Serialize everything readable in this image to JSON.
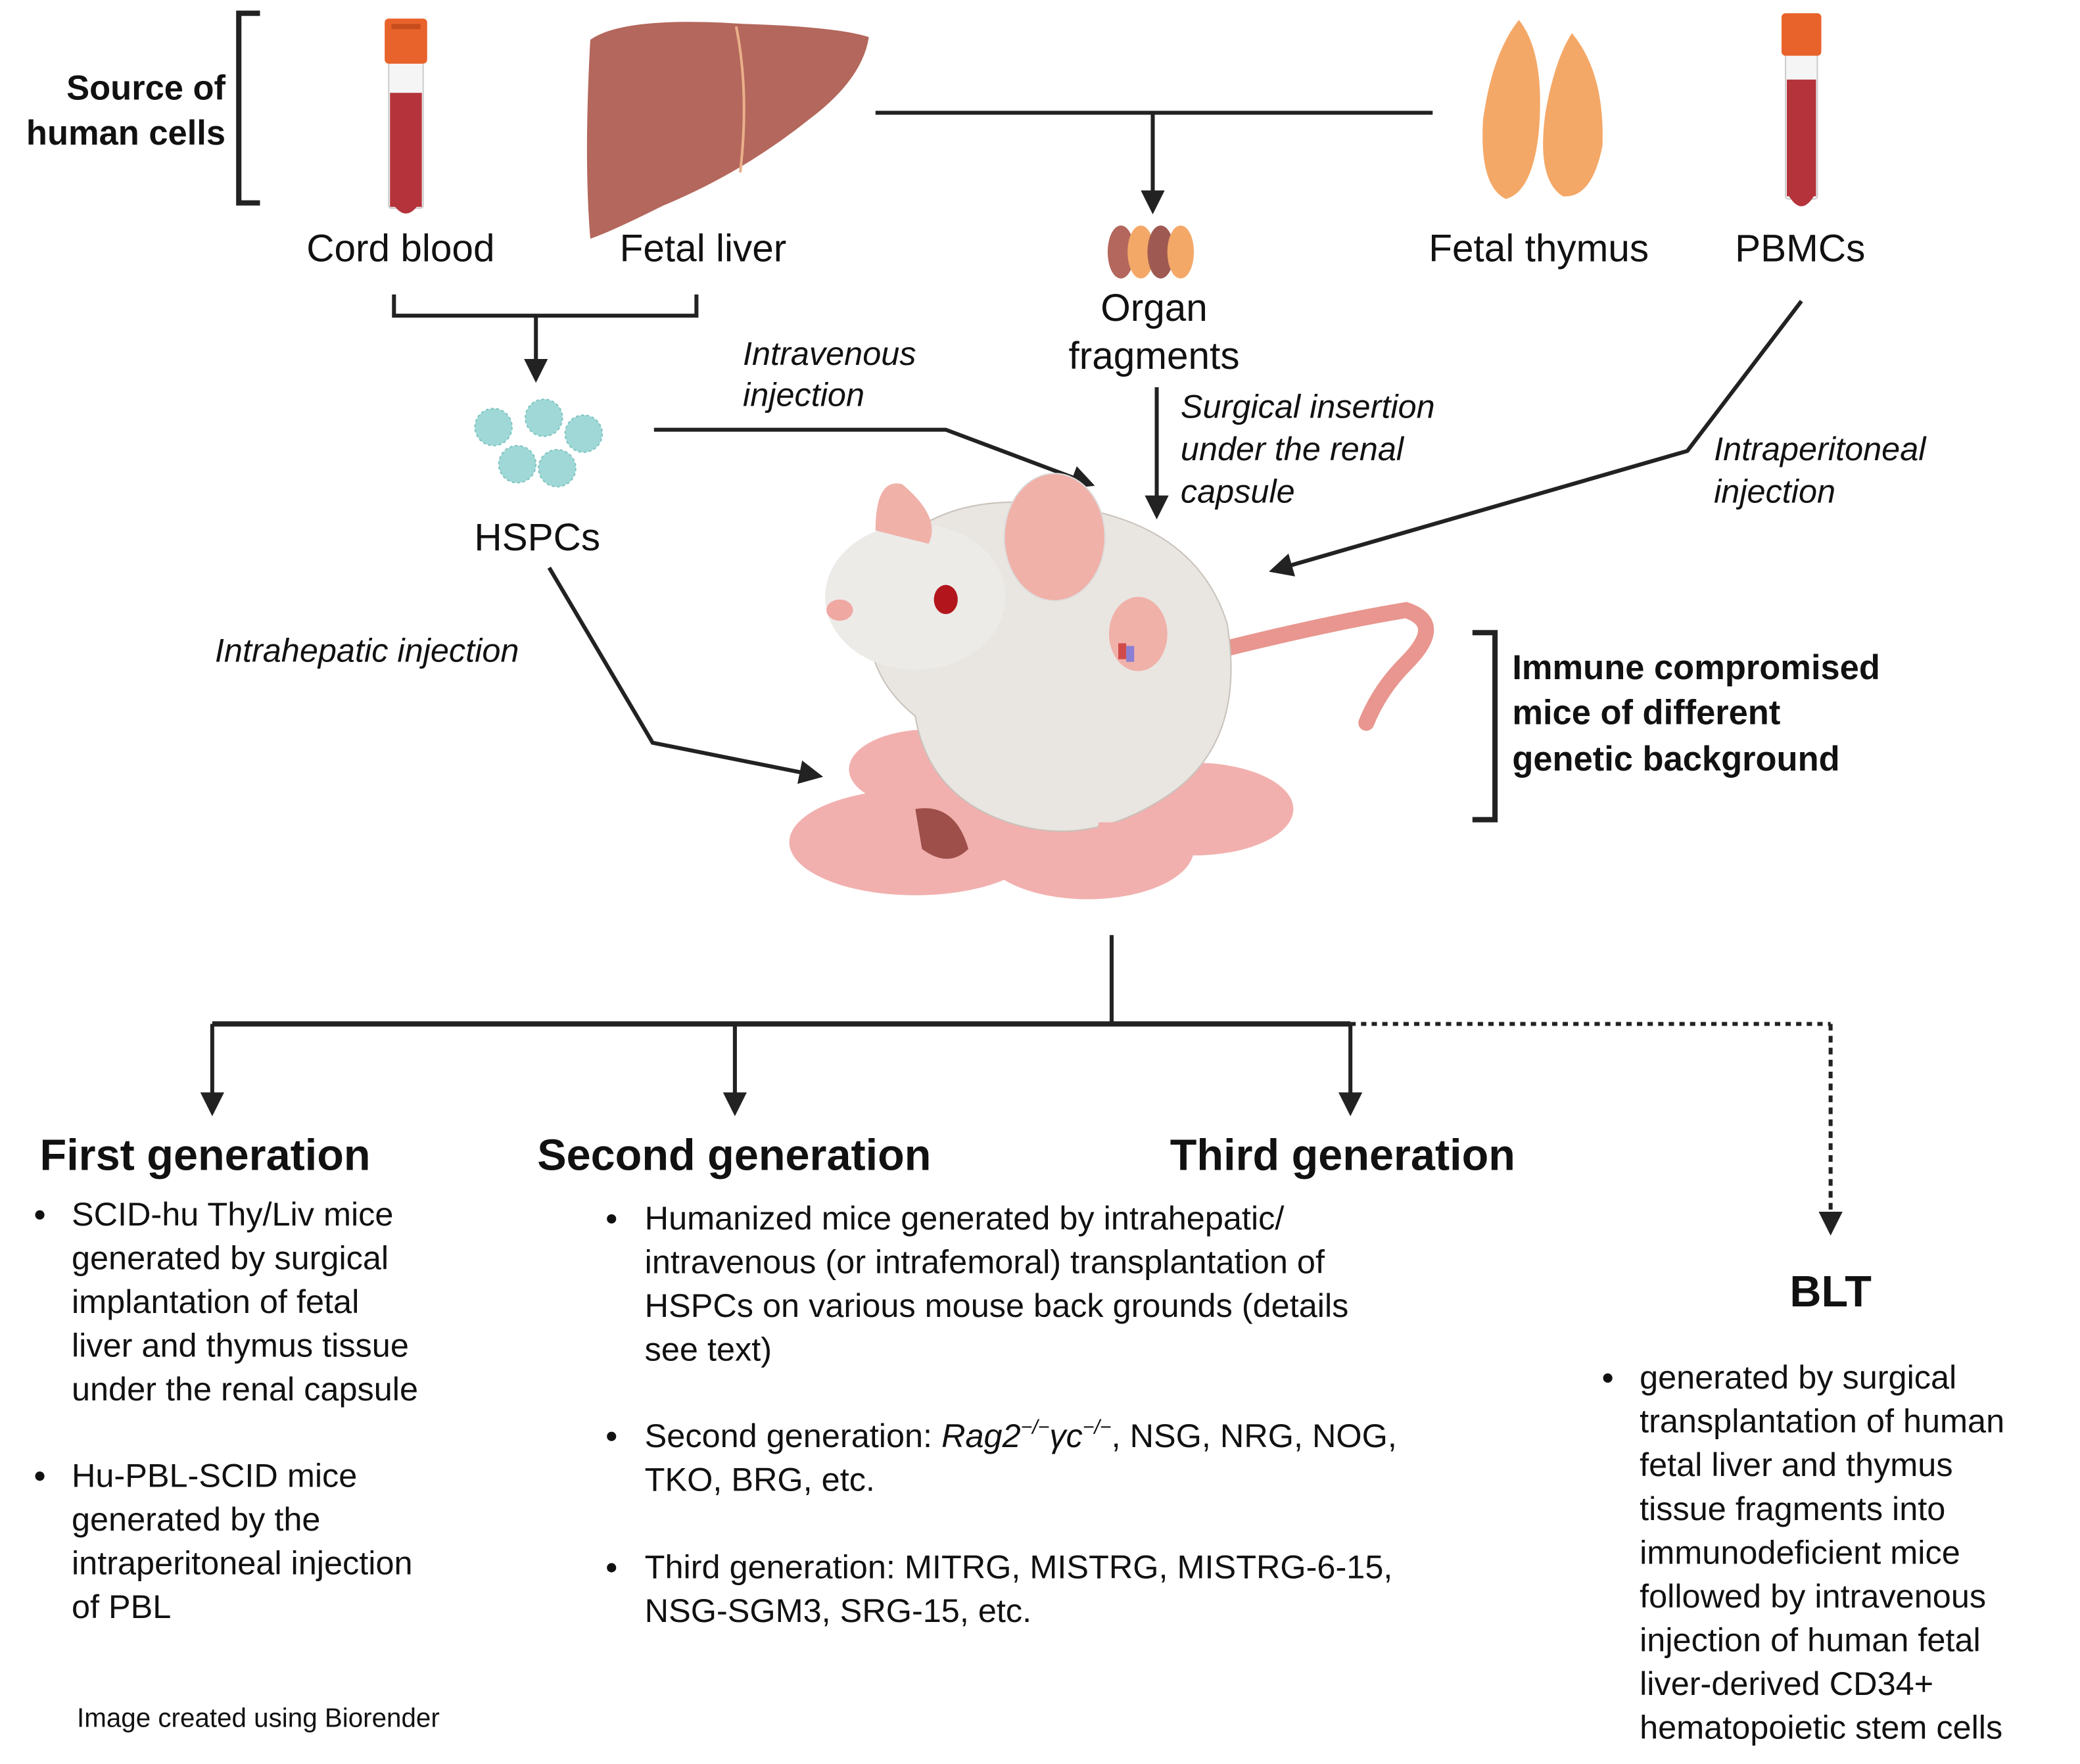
{
  "sources": {
    "bracket_label_line1": "Source of",
    "bracket_label_line2": "human cells",
    "cord_blood": "Cord blood",
    "fetal_liver": "Fetal liver",
    "fetal_thymus": "Fetal thymus",
    "pbmcs": "PBMCs"
  },
  "intermediates": {
    "hspcs": "HSPCs",
    "organ_fragments_line1": "Organ",
    "organ_fragments_line2": "fragments"
  },
  "routes": {
    "intravenous_line1": "Intravenous",
    "intravenous_line2": "injection",
    "surgical_line1": "Surgical insertion",
    "surgical_line2": "under the renal",
    "surgical_line3": "capsule",
    "intraperitoneal_line1": "Intraperitoneal",
    "intraperitoneal_line2": "injection",
    "intrahepatic": "Intrahepatic injection"
  },
  "mice_label": {
    "line1": "Immune compromised",
    "line2": "mice of different",
    "line3": "genetic background"
  },
  "generations": {
    "first": {
      "title": "First generation",
      "bullets": [
        [
          "SCID-hu Thy/Liv mice",
          "generated by surgical",
          "implantation of fetal",
          "liver and thymus tissue",
          "under the renal capsule"
        ],
        [
          "Hu-PBL-SCID mice",
          "generated by the",
          "intraperitoneal injection",
          "of PBL"
        ]
      ]
    },
    "second": {
      "title": "Second generation",
      "bullets": [
        [
          "Humanized mice generated by intrahepatic/",
          "intravenous (or intrafemoral) transplantation of",
          "HSPCs on various mouse back grounds (details",
          "see text)"
        ],
        [
          "Second generation: ",
          "Rag2",
          "−/−",
          "γc",
          "−/−",
          ", NSG, NRG, NOG,",
          "TKO, BRG, etc."
        ],
        [
          "Third generation: MITRG, MISTRG, MISTRG-6-15,",
          "NSG-SGM3, SRG-15, etc."
        ]
      ]
    },
    "third": {
      "title": "Third generation"
    },
    "blt": {
      "title": "BLT",
      "bullets": [
        [
          "generated by surgical",
          "transplantation of human",
          "fetal liver and thymus",
          "tissue fragments into",
          "immunodeficient mice",
          "followed by intravenous",
          "injection of human fetal",
          "liver-derived CD34+",
          "hematopoietic stem cells"
        ]
      ]
    }
  },
  "footer": {
    "credit": "Image created using Biorender"
  },
  "colors": {
    "blood": "#b5333a",
    "tube_cap": "#e8632b",
    "liver": "#b4675c",
    "thymus": "#f4a867",
    "hspc": "#9fd8d6",
    "mouse_fur": "#e9e6e2",
    "pup_skin": "#f1b0ae",
    "line": "#222222"
  }
}
